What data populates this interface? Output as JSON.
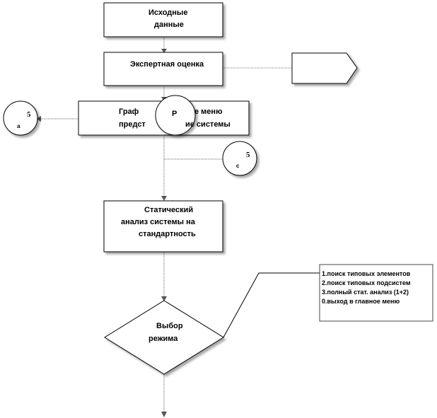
{
  "nodes": {
    "source_data": {
      "line1": "Исходные",
      "line2": "данные"
    },
    "expert_eval": {
      "label": "Экспертная оценка"
    },
    "graphic_menu": {
      "line1_left": "Граф",
      "line1_right": "е меню",
      "line2_left": "предст",
      "line2_right": "ие системы",
      "overlay_glyph": "Р"
    },
    "static_analysis": {
      "line1": "Статический",
      "line2": "анализ системы на",
      "line3": "стандартность"
    },
    "mode_select": {
      "line1": "Выбор",
      "line2": "режима"
    }
  },
  "connectors": {
    "left": {
      "number": "5",
      "mark": "а"
    },
    "right": {
      "number": "5",
      "mark": "с"
    }
  },
  "mode_options": [
    "1.поиск типовых элементов",
    "2.поиск типовых подсистем",
    "3.полный стат. анализ (1+2)",
    "0.выход в главное меню"
  ]
}
